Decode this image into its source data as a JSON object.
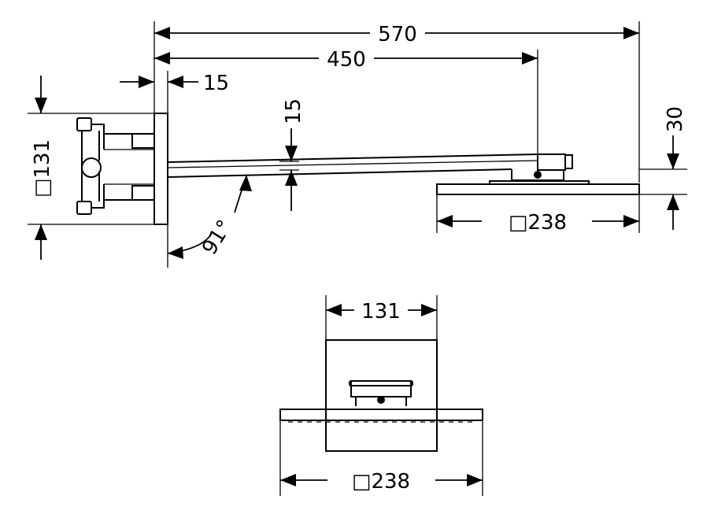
{
  "dimensions": {
    "total_length": "570",
    "arm_length": "450",
    "plate_thickness": "15",
    "arm_height": "15",
    "head_height": "30",
    "box_size": "□131",
    "head_size_side": "□238",
    "angle": "91°",
    "front_width": "131",
    "head_size_front": "□238"
  }
}
